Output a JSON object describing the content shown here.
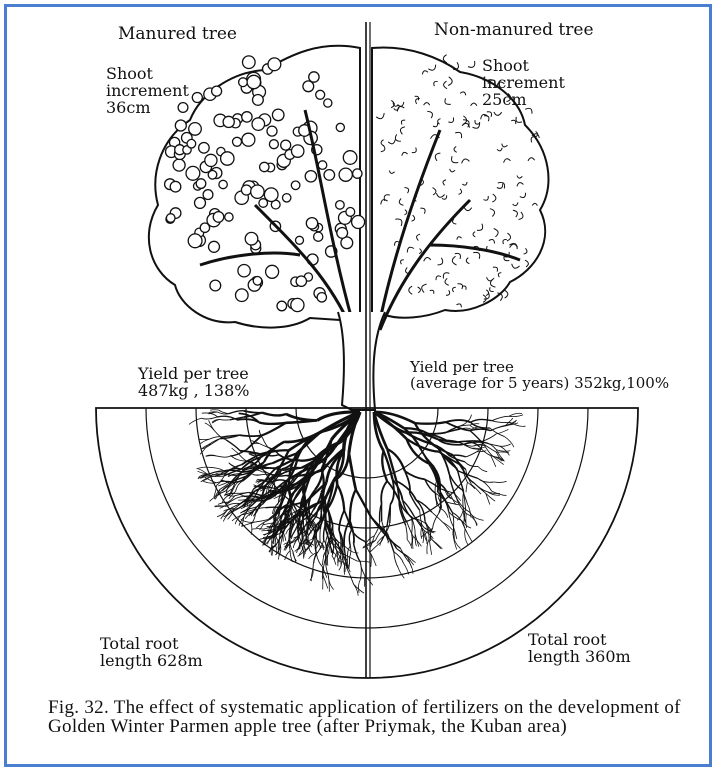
{
  "labels": {
    "left_title": "Manured tree",
    "right_title": "Non-manured tree",
    "left_shoot": "Shoot\nincrement\n36cm",
    "right_shoot": "Shoot\nincrement\n25cm",
    "left_yield": "Yield per tree\n487kg , 138%",
    "right_yield": "Yield per tree\n(average for 5 years) 352kg,100%",
    "left_root": "Total root\nlength 628m",
    "right_root": "Total root\nlength 360m"
  },
  "caption": "Fig. 32. The effect of systematic application of fertilizers on the development of Golden Winter Parmen apple tree (after Priymak, the Kuban area)",
  "colors": {
    "border": "#4a7fd0",
    "ink": "#111111"
  }
}
